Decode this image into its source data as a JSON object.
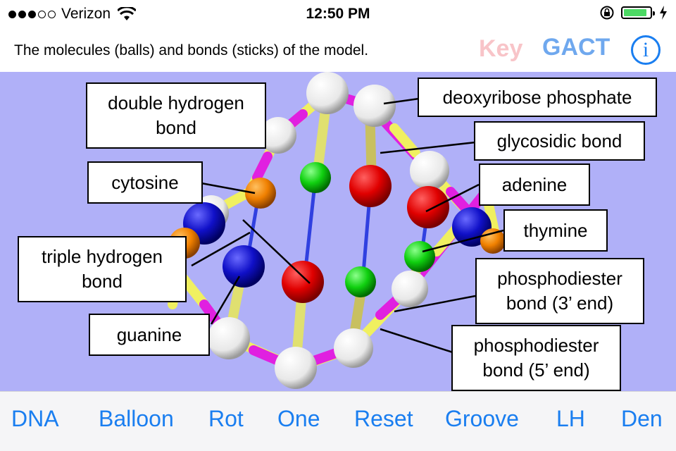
{
  "status_bar": {
    "carrier": "Verizon",
    "time": "12:50 PM",
    "signal_bars": 3,
    "signal_total": 5,
    "battery_level": 0.9,
    "battery_color": "#4cd964"
  },
  "header": {
    "subtitle": "The molecules (balls) and bonds (sticks) of the model.",
    "key_label": "Key",
    "gact_label": "GACT",
    "info_label": "i",
    "key_color": "#f8c4c8",
    "gact_color": "#6fa8ee",
    "info_color": "#1a7ef0"
  },
  "model": {
    "background_color": "#b0b0f8",
    "labels": {
      "double_hydrogen_bond": "double hydrogen\nbond",
      "deoxyribose_phosphate": "deoxyribose phosphate",
      "glycosidic_bond": "glycosidic bond",
      "cytosine": "cytosine",
      "adenine": "adenine",
      "thymine": "thymine",
      "triple_hydrogen_bond": "triple hydrogen\nbond",
      "phosphodiester_3": "phosphodiester\nbond (3’ end)",
      "guanine": "guanine",
      "phosphodiester_5": "phosphodiester\nbond (5’ end)"
    },
    "colors": {
      "guanine": "#1010c8",
      "cytosine": "#f08000",
      "adenine": "#e00000",
      "thymine": "#10d010",
      "sugar_phosphate": "#ffffff",
      "backbone_yellow": "#f0f060",
      "backbone_magenta": "#e020e0",
      "hydrogen_bond": "#3040e0"
    }
  },
  "toolbar": {
    "items": [
      "DNA",
      "Balloon",
      "Rot",
      "One",
      "Reset",
      "Groove",
      "LH",
      "Den"
    ]
  }
}
